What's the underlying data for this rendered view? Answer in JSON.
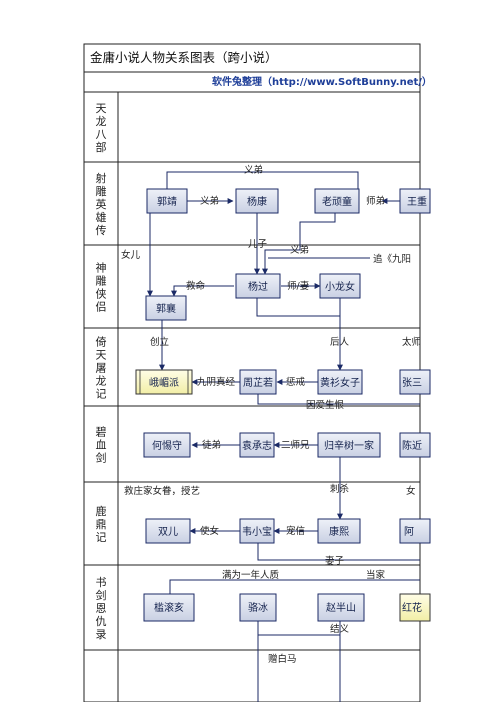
{
  "title": "金庸小说人物关系图表（跨小说）",
  "subtitle": "软件兔整理（http://www.SoftBunny.net/）",
  "rows": [
    {
      "id": "tianlong",
      "label": "天龙八部"
    },
    {
      "id": "shediao",
      "label": "射雕英雄传"
    },
    {
      "id": "shendiao",
      "label": "神雕侠侣"
    },
    {
      "id": "yitian",
      "label": "倚天屠龙记"
    },
    {
      "id": "bixue",
      "label": "碧血剑"
    },
    {
      "id": "luding",
      "label": "鹿鼎记"
    },
    {
      "id": "shujian",
      "label": "书剑恩仇录"
    }
  ],
  "nodes": [
    {
      "id": "guojing",
      "label": "郭靖"
    },
    {
      "id": "yangkang",
      "label": "杨康"
    },
    {
      "id": "laowantong",
      "label": "老顽童"
    },
    {
      "id": "wangchong",
      "label": "王重"
    },
    {
      "id": "yangguo",
      "label": "杨过"
    },
    {
      "id": "xiaolongnv",
      "label": "小龙女"
    },
    {
      "id": "guoxiang",
      "label": "郭襄"
    },
    {
      "id": "emei",
      "label": "峨嵋派"
    },
    {
      "id": "zhouzhiruo",
      "label": "周芷若"
    },
    {
      "id": "huangshan",
      "label": "黄衫女子"
    },
    {
      "id": "zhangsan",
      "label": "张三"
    },
    {
      "id": "heitishou",
      "label": "何惕守"
    },
    {
      "id": "yuanchengzhi",
      "label": "袁承志"
    },
    {
      "id": "guixin",
      "label": "归辛树一家"
    },
    {
      "id": "chenjin",
      "label": "陈近"
    },
    {
      "id": "shuanger",
      "label": "双儿"
    },
    {
      "id": "weixiaobao",
      "label": "韦小宝"
    },
    {
      "id": "kangxi",
      "label": "康熙"
    },
    {
      "id": "a",
      "label": "阿"
    },
    {
      "id": "huoqingtong",
      "label": "槛滚亥"
    },
    {
      "id": "luobing",
      "label": "骆冰"
    },
    {
      "id": "zhaobanshan",
      "label": "赵半山"
    },
    {
      "id": "hong",
      "label": "红花"
    }
  ],
  "edges": [
    {
      "id": "e-yidi-top",
      "label": "义弟"
    },
    {
      "id": "e-yidi-gy",
      "label": "义弟"
    },
    {
      "id": "e-shidi",
      "label": "师弟"
    },
    {
      "id": "e-erzi",
      "label": "儿子"
    },
    {
      "id": "e-yidi-2",
      "label": "义弟"
    },
    {
      "id": "e-nver",
      "label": "女儿"
    },
    {
      "id": "e-zhui",
      "label": "追《九阳"
    },
    {
      "id": "e-jiuming",
      "label": "救命"
    },
    {
      "id": "e-shiqi",
      "label": "师/妻"
    },
    {
      "id": "e-chuangli",
      "label": "创立"
    },
    {
      "id": "e-houren",
      "label": "后人"
    },
    {
      "id": "e-tai",
      "label": "太师"
    },
    {
      "id": "e-jiuyang",
      "label": "九阴真经"
    },
    {
      "id": "e-jiejie",
      "label": "惩戒"
    },
    {
      "id": "e-yinai",
      "label": "因爱生恨"
    },
    {
      "id": "e-tudi",
      "label": "徒弟"
    },
    {
      "id": "e-ershixiong",
      "label": "二师兄"
    },
    {
      "id": "e-jiuzhuang",
      "label": "救庄家女眷，授艺"
    },
    {
      "id": "e-cisha",
      "label": "刺杀"
    },
    {
      "id": "e-nv",
      "label": "女"
    },
    {
      "id": "e-shinv",
      "label": "使女"
    },
    {
      "id": "e-chongxin",
      "label": "宠信"
    },
    {
      "id": "e-qizi",
      "label": "妻子"
    },
    {
      "id": "e-renzhi",
      "label": "满为一年人质"
    },
    {
      "id": "e-dangjia",
      "label": "当家"
    },
    {
      "id": "e-jieyi",
      "label": "结义"
    },
    {
      "id": "e-zengbaima",
      "label": "赠白马"
    }
  ]
}
